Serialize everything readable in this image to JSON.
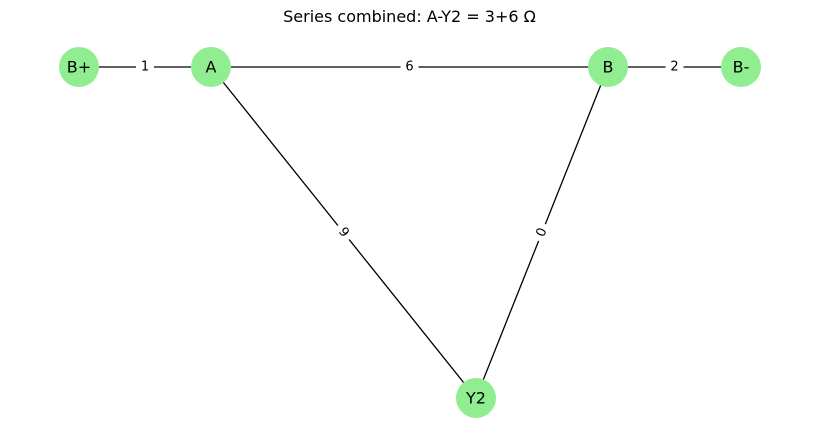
{
  "title": "Series combined: A-Y2 = 3+6 Ω",
  "node_color": "#90ee90",
  "nodes": [
    {
      "id": "B+",
      "label": "B+"
    },
    {
      "id": "A",
      "label": "A"
    },
    {
      "id": "B",
      "label": "B"
    },
    {
      "id": "B-",
      "label": "B-"
    },
    {
      "id": "Y2",
      "label": "Y2"
    }
  ],
  "edges": [
    {
      "from": "B+",
      "to": "A",
      "label": "1"
    },
    {
      "from": "A",
      "to": "B",
      "label": "6"
    },
    {
      "from": "B",
      "to": "B-",
      "label": "2"
    },
    {
      "from": "A",
      "to": "Y2",
      "label": "9"
    },
    {
      "from": "B",
      "to": "Y2",
      "label": "0"
    }
  ]
}
